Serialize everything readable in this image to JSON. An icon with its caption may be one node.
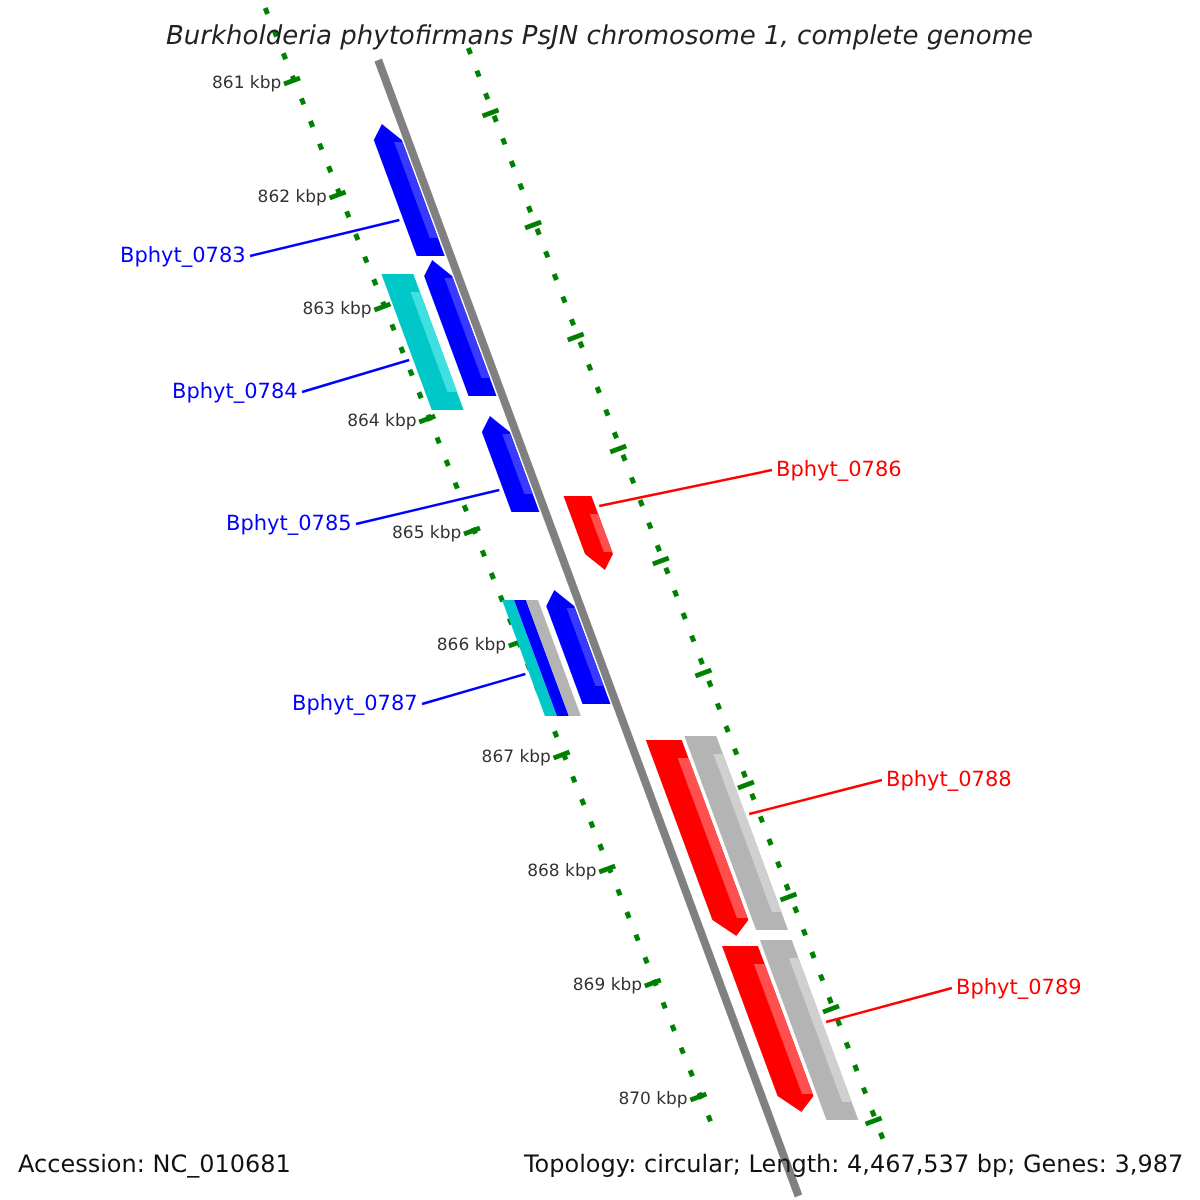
{
  "diagram": {
    "title": "Burkholderia phytofirmans PsJN chromosome 1, complete genome",
    "nodes": [
      {
        "text": [
          "Bphyt_0783"
        ]
      },
      {
        "text": [
          "Bphyt_0784"
        ]
      },
      {
        "text": [
          "Bphyt_0785"
        ]
      },
      {
        "text": [
          "Bphyt_0786"
        ]
      },
      {
        "text": [
          "Bphyt_0787"
        ]
      },
      {
        "text": [
          "Bphyt_0788"
        ]
      },
      {
        "text": [
          "Bphyt_0789"
        ]
      },
      {
        "text": [],
        "shape": "arrow"
      },
      {
        "text": [],
        "shape": "bar"
      },
      {
        "text": [],
        "shape": "arrow"
      },
      {
        "text": [],
        "shape": "arrow"
      },
      {
        "text": [],
        "shape": "bar"
      },
      {
        "text": [],
        "shape": "bar"
      },
      {
        "text": [],
        "shape": "bar"
      }
    ],
    "edges": [
      {
        "from": 0,
        "to": 7,
        "arrow": "none",
        "color": "#0000ff"
      },
      {
        "from": 1,
        "to": 8,
        "arrow": "none",
        "color": "#0000ff"
      },
      {
        "from": 2,
        "to": 9,
        "arrow": "none",
        "color": "#0000ff"
      },
      {
        "from": 3,
        "to": 10,
        "arrow": "none",
        "color": "#ff0000"
      },
      {
        "from": 4,
        "to": 11,
        "arrow": "none",
        "color": "#0000ff"
      },
      {
        "from": 5,
        "to": 12,
        "arrow": "none",
        "color": "#ff0000"
      },
      {
        "from": 6,
        "to": 13,
        "arrow": "none",
        "color": "#ff0000"
      }
    ],
    "labels": [
      "861 kbp",
      "862 kbp",
      "863 kbp",
      "864 kbp",
      "865 kbp",
      "866 kbp",
      "867 kbp",
      "868 kbp",
      "869 kbp",
      "870 kbp",
      "Accession: NC_010681",
      "Topology: circular; Length: 4,467,537 bp; Genes: 3,987"
    ]
  }
}
